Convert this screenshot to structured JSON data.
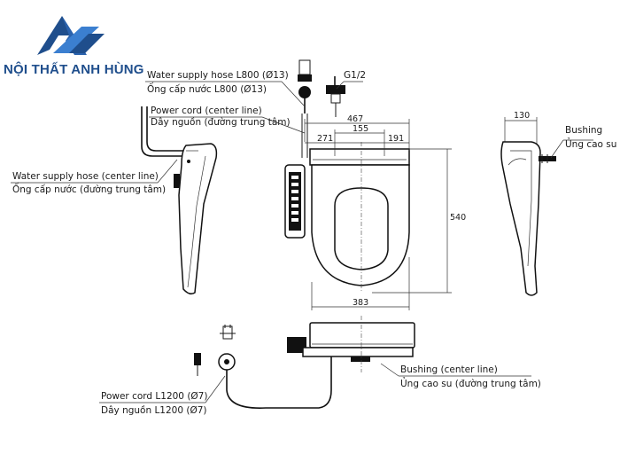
{
  "brand": {
    "name": "NỘI THẤT ANH HÙNG",
    "logo_color": "#1f4e8c"
  },
  "labels": {
    "water_hose_en": "Water supply hose L800 (Ø13)",
    "water_hose_vi": "Ống cấp nước L800 (Ø13)",
    "fitting": "G1/2",
    "power_center_en": "Power cord (center line)",
    "power_center_vi": "Dây nguồn (đường trung tâm)",
    "water_center_en": "Water supply hose (center line)",
    "water_center_vi": "Ống cấp nước (đường trung tâm)",
    "bushing_en": "Bushing",
    "bushing_vi": "Ủng cao su",
    "bushing_center_en": "Bushing (center line)",
    "bushing_center_vi": "Ủng cao su (đường trung tâm)",
    "power_cord_en": "Power cord L1200 (Ø7)",
    "power_cord_vi": "Dây nguồn L1200 (Ø7)"
  },
  "dimensions": {
    "overall_width": "467",
    "left_offset": "271",
    "center_span": "155",
    "right_offset": "191",
    "length": "540",
    "seat_width": "383",
    "side_depth": "130"
  }
}
